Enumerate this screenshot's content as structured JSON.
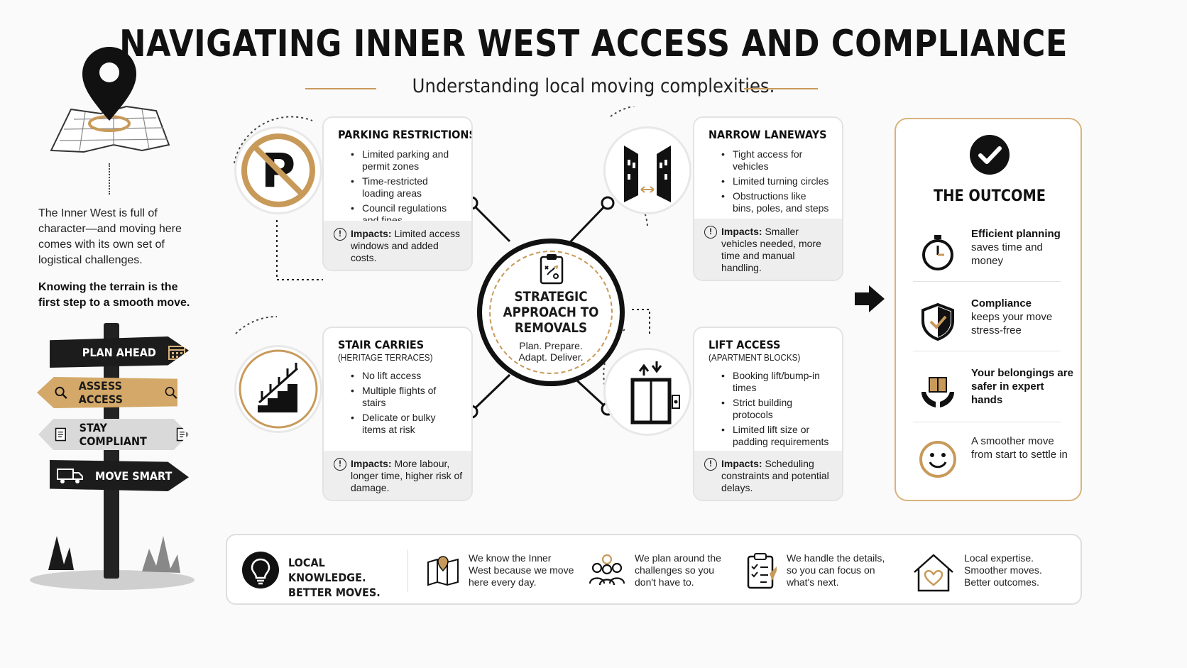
{
  "header": {
    "title": "NAVIGATING INNER WEST ACCESS AND COMPLIANCE",
    "subtitle": "Understanding local moving complexities."
  },
  "intro": {
    "paragraph": "The Inner West is full of character—and moving here comes with its own set of logistical challenges.",
    "emphasis": "Knowing the terrain is the first step to a smooth move."
  },
  "signpost": {
    "signs": [
      {
        "label": "PLAN AHEAD",
        "icon": "calendar-icon"
      },
      {
        "label": "ASSESS ACCESS",
        "icon": "magnifier-icon"
      },
      {
        "label": "STAY COMPLIANT",
        "icon": "checklist-icon"
      },
      {
        "label": "MOVE SMART",
        "icon": "truck-icon"
      }
    ]
  },
  "cards": {
    "parking": {
      "title": "PARKING RESTRICTIONS",
      "bullets": [
        "Limited parking and permit zones",
        "Time-restricted loading areas",
        "Council regulations and fines"
      ],
      "impact_label": "Impacts:",
      "impact_text": "Limited access windows and added costs."
    },
    "laneways": {
      "title": "NARROW LANEWAYS",
      "bullets": [
        "Tight access for vehicles",
        "Limited turning circles",
        "Obstructions like bins, poles, and steps"
      ],
      "impact_label": "Impacts:",
      "impact_text": "Smaller vehicles needed, more time and manual handling."
    },
    "stairs": {
      "title": "STAIR CARRIES",
      "subtitle": "(HERITAGE TERRACES)",
      "bullets": [
        "No lift access",
        "Multiple flights of stairs",
        "Delicate or bulky items at risk"
      ],
      "impact_label": "Impacts:",
      "impact_text": "More labour, longer time, higher risk of damage."
    },
    "lift": {
      "title": "LIFT ACCESS",
      "subtitle": "(APARTMENT BLOCKS)",
      "bullets": [
        "Booking lift/bump-in times",
        "Strict building protocols",
        "Limited lift size or padding requirements"
      ],
      "impact_label": "Impacts:",
      "impact_text": "Scheduling constraints and potential delays."
    }
  },
  "hub": {
    "title_1": "STRATEGIC",
    "title_2": "APPROACH TO",
    "title_3": "REMOVALS",
    "sub_1": "Plan. Prepare.",
    "sub_2": "Adapt. Deliver."
  },
  "outcome": {
    "title": "THE OUTCOME",
    "items": [
      {
        "strong": "Efficient planning",
        "rest": "saves time and money",
        "icon": "stopwatch-icon"
      },
      {
        "strong": "Compliance",
        "rest": "keeps your move stress-free",
        "icon": "shield-check-icon"
      },
      {
        "strong": "Your belongings are safer in expert hands",
        "rest": "",
        "icon": "hands-box-icon"
      },
      {
        "strong": "",
        "rest": "A smoother move from start to settle in",
        "icon": "smiley-icon"
      }
    ]
  },
  "bottom": {
    "lead": "LOCAL KNOWLEDGE. BETTER MOVES.",
    "items": [
      {
        "text": "We know the Inner West because we move here every day.",
        "icon": "map-pin-icon"
      },
      {
        "text": "We plan around the challenges so you don't have to.",
        "icon": "team-icon"
      },
      {
        "text": "We handle the details, so you can focus on what's next.",
        "icon": "clipboard-check-icon"
      },
      {
        "text": "Local expertise. Smoother moves. Better outcomes.",
        "icon": "house-heart-icon"
      }
    ]
  },
  "colors": {
    "accent": "#c89a5a",
    "ink": "#111111",
    "panel": "#eeeeee"
  }
}
